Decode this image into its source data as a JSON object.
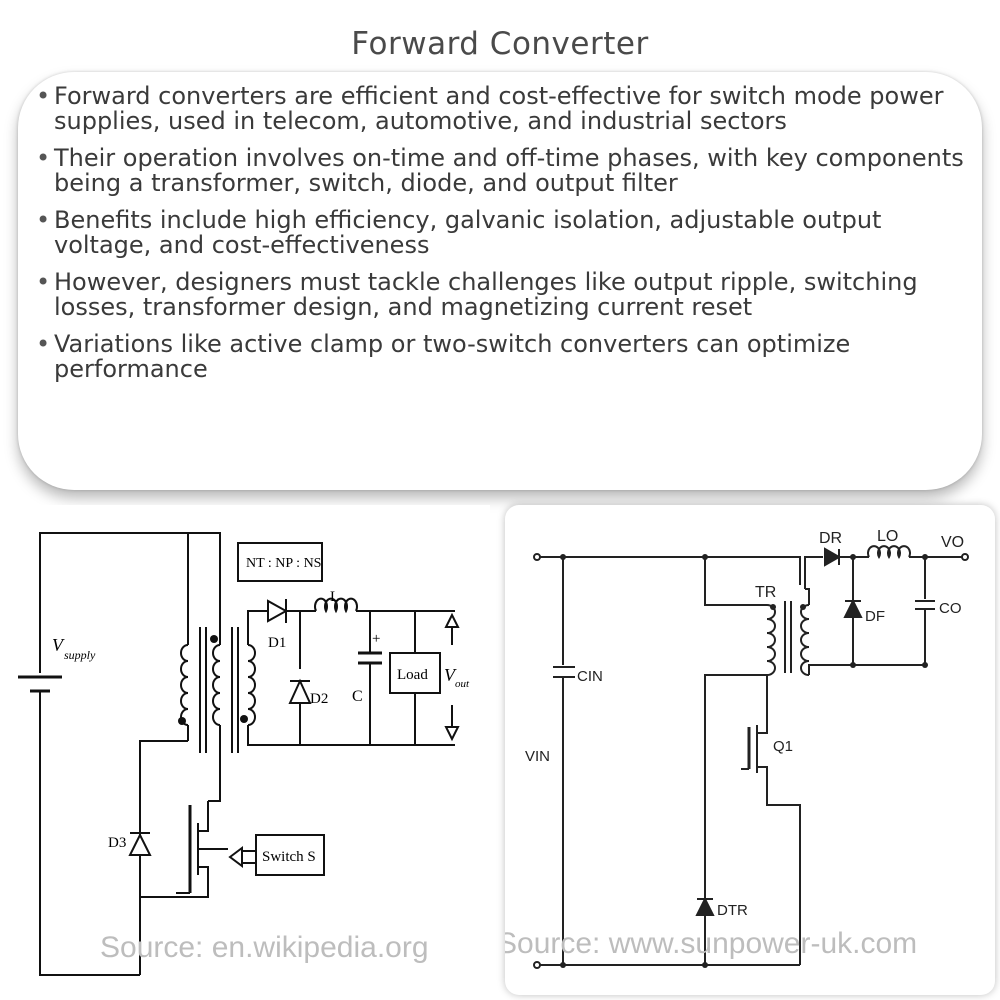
{
  "title": "Forward Converter",
  "bullets": [
    "Forward converters are efficient and cost-effective for switch mode power supplies, used in telecom, automotive, and industrial sectors",
    "Their operation involves on-time and off-time phases, with key components being a transformer, switch, diode, and output filter",
    "Benefits include high efficiency, galvanic isolation, adjustable output voltage, and cost-effectiveness",
    "However, designers must tackle challenges like output ripple, switching losses, transformer design, and magnetizing current reset",
    "Variations like active clamp or two-switch converters can optimize performance"
  ],
  "diagram_left": {
    "supply": "V",
    "supply_sub": "supply",
    "ratio": "NT : NP : NS",
    "d1": "D1",
    "d2": "D2",
    "d3": "D3",
    "inductor": "L",
    "capacitor": "C",
    "plus": "+",
    "load": "Load",
    "vout": "V",
    "vout_sub": "out",
    "switch": "Switch S",
    "source": "Source: en.wikipedia.org"
  },
  "diagram_right": {
    "dr": "DR",
    "lo": "LO",
    "vo": "VO",
    "tr": "TR",
    "df": "DF",
    "co": "CO",
    "cin": "CIN",
    "vin": "VIN",
    "q1": "Q1",
    "dtr": "DTR",
    "source": "Source: www.sunpower-uk.com"
  }
}
